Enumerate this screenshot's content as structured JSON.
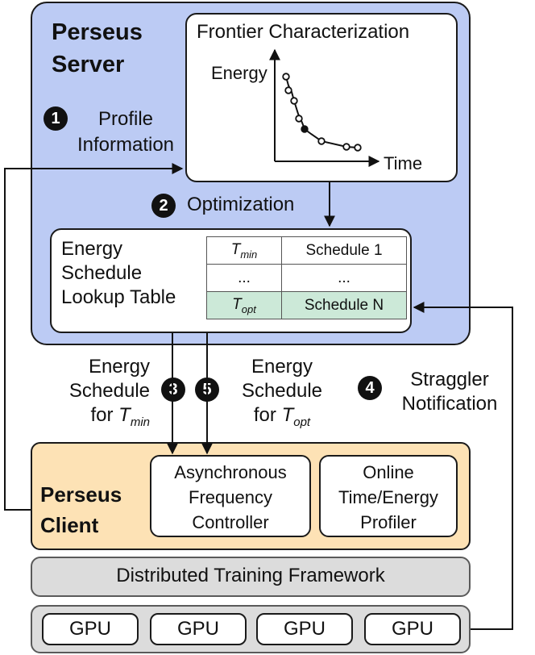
{
  "server": {
    "title_line1": "Perseus",
    "title_line2": "Server"
  },
  "frontier": {
    "title": "Frontier Characterization",
    "y_label": "Energy",
    "x_label": "Time"
  },
  "step1": {
    "num": "1",
    "line1": "Profile",
    "line2": "Information"
  },
  "step2": {
    "num": "2",
    "label": "Optimization"
  },
  "lookup": {
    "line1": "Energy",
    "line2": "Schedule",
    "line3": "Lookup Table",
    "rows": [
      {
        "t_base": "T",
        "t_sub": "min",
        "schedule": "Schedule 1"
      },
      {
        "t_base": "...",
        "t_sub": "",
        "schedule": "..."
      },
      {
        "t_base": "T",
        "t_sub": "opt",
        "schedule": "Schedule N"
      }
    ]
  },
  "step3": {
    "num": "3",
    "line1": "Energy",
    "line2": "Schedule",
    "line3_prefix": "for ",
    "t_base": "T",
    "t_sub": "min"
  },
  "step5": {
    "num": "5",
    "line1": "Energy",
    "line2": "Schedule",
    "line3_prefix": "for ",
    "t_base": "T",
    "t_sub": "opt"
  },
  "step4": {
    "num": "4",
    "line1": "Straggler",
    "line2": "Notification"
  },
  "client": {
    "title_line1": "Perseus",
    "title_line2": "Client",
    "async": {
      "line1": "Asynchronous",
      "line2": "Frequency",
      "line3": "Controller"
    },
    "online": {
      "line1": "Online",
      "line2": "Time/Energy",
      "line3": "Profiler"
    }
  },
  "framework": {
    "label": "Distributed Training Framework"
  },
  "gpus": [
    "GPU",
    "GPU",
    "GPU",
    "GPU"
  ],
  "colors": {
    "server_bg": "#bccbf4",
    "client_bg": "#fde2b5",
    "framework_bg": "#dcdcdc",
    "highlight_row": "#cce9d8"
  }
}
